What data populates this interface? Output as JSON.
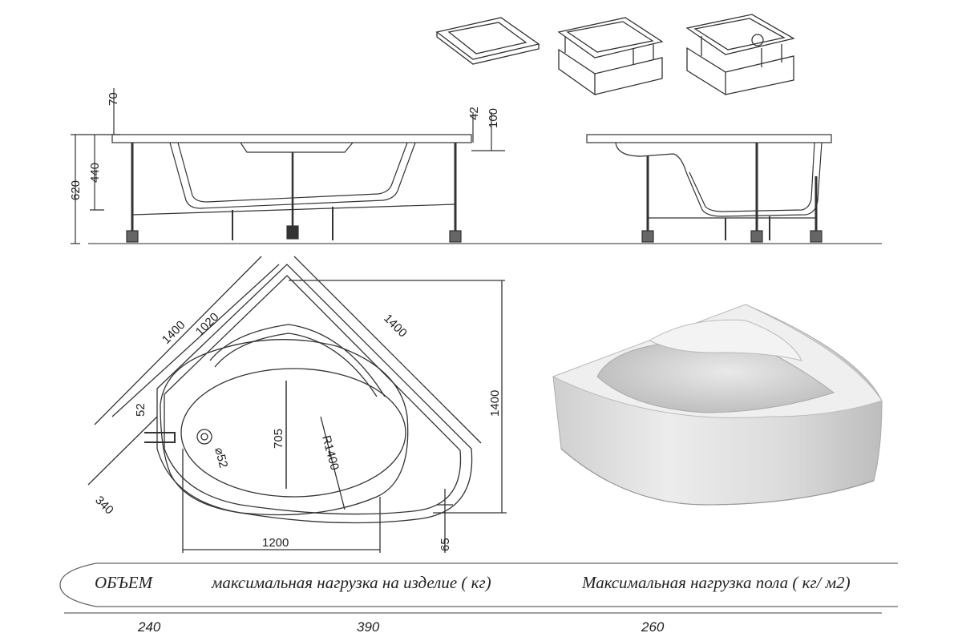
{
  "dimensions": {
    "d70": "70",
    "d42": "42",
    "d100": "100",
    "d440": "440",
    "d620": "620",
    "d1400_a": "1400",
    "d1020": "1020",
    "d1400_b": "1400",
    "d1400_c": "1400",
    "d52": "52",
    "d705": "705",
    "r1400": "R1400",
    "d52_hole": "⌀52",
    "d340": "340",
    "d1200": "1200",
    "d65": "65"
  },
  "table": {
    "headers": [
      "ОБЪЕМ",
      "максимальная нагрузка на изделие ( кг)",
      "Максимальная нагрузка пола  ( кг/ м2)"
    ],
    "values": [
      "240",
      "390",
      "260"
    ]
  }
}
